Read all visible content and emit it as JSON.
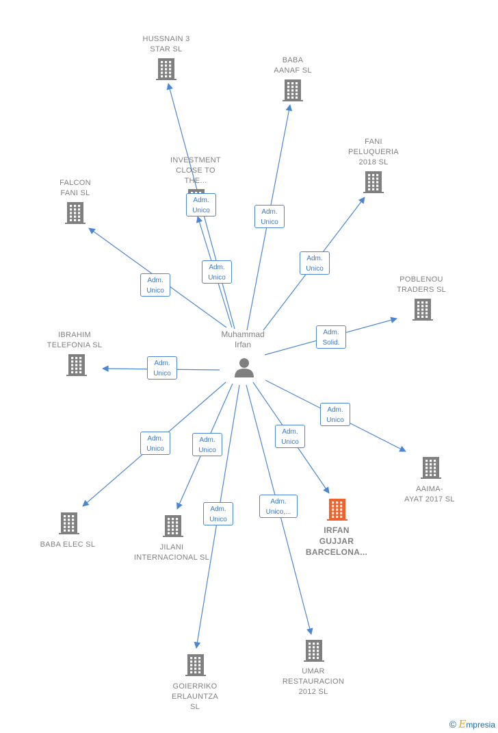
{
  "center": {
    "name": "Muhammad\nIrfan",
    "icon": "person-icon"
  },
  "companies": [
    {
      "id": "hussnain",
      "name": "HUSSNAIN 3\nSTAR  SL",
      "role": "Adm.\nUnico",
      "highlight": false
    },
    {
      "id": "baba_aanaf",
      "name": "BABA\nAANAF  SL",
      "role": "Adm.\nUnico",
      "highlight": false
    },
    {
      "id": "investment",
      "name": "INVESTMENT\nCLOSE TO\nTHE...",
      "role": "Adm.\nUnico",
      "highlight": false
    },
    {
      "id": "fani_peluqueria",
      "name": "FANI\nPELUQUERIA\n2018  SL",
      "role": "Adm.\nUnico",
      "highlight": false
    },
    {
      "id": "falcon",
      "name": "FALCON\nFANI  SL",
      "role": "Adm.\nUnico",
      "highlight": false
    },
    {
      "id": "poblenou",
      "name": "POBLENOU\nTRADERS  SL",
      "role": "Adm.\nSolid.",
      "highlight": false
    },
    {
      "id": "ibrahim",
      "name": "IBRAHIM\nTELEFONIA  SL",
      "role": "Adm.\nUnico",
      "highlight": false
    },
    {
      "id": "aaima",
      "name": "AAIMA-\nAYAT 2017  SL",
      "role": "Adm.\nUnico",
      "highlight": false
    },
    {
      "id": "irfan_gujjar",
      "name": "IRFAN\nGUJJAR\nBARCELONA...",
      "role": "Adm.\nUnico",
      "highlight": true
    },
    {
      "id": "baba_elec",
      "name": "BABA ELEC  SL",
      "role": "Adm.\nUnico",
      "highlight": false
    },
    {
      "id": "jilani",
      "name": "JILANI\nINTERNACIONAL SL",
      "role": "Adm.\nUnico",
      "highlight": false
    },
    {
      "id": "umar",
      "name": "UMAR\nRESTAURACION\n2012  SL",
      "role": "Adm.\nUnico,...",
      "highlight": false
    },
    {
      "id": "goierriko",
      "name": "GOIERRIKO\nERLAUNTZA\nSL",
      "role": "Adm.\nUnico",
      "highlight": false
    }
  ],
  "colors": {
    "edge": "#4a86d3",
    "building": "#7f7f7f",
    "highlight": "#f0622d",
    "person": "#7f7f7f"
  },
  "brand": {
    "copyright": "©",
    "initial": "E",
    "rest": "mpresia"
  }
}
